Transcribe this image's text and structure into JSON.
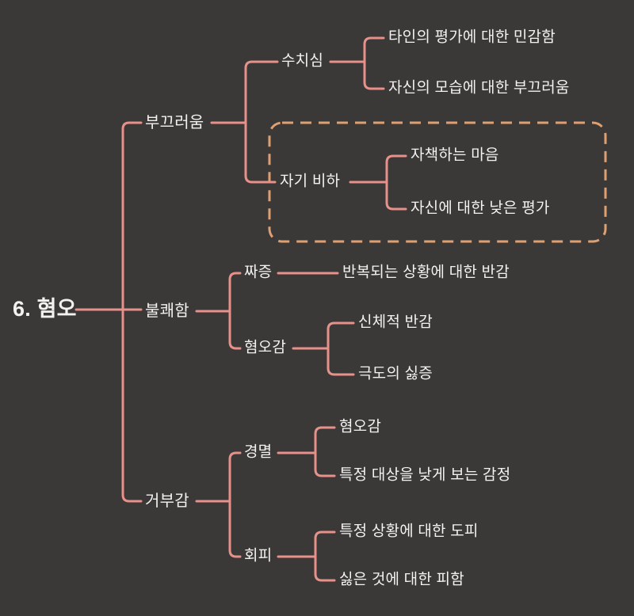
{
  "colors": {
    "background": "#3a3938",
    "line": "#e8908a",
    "highlight": "#dfa071",
    "text": "#f4f2f0"
  },
  "mindmap": {
    "root": {
      "label": "6. 혐오"
    },
    "branches": [
      {
        "label": "부끄러움",
        "children": [
          {
            "label": "수치심",
            "children": [
              {
                "label": "타인의 평가에 대한 민감함"
              },
              {
                "label": "자신의 모습에 대한 부끄러움"
              }
            ]
          },
          {
            "label": "자기 비하",
            "highlighted": true,
            "children": [
              {
                "label": "자책하는 마음"
              },
              {
                "label": "자신에 대한 낮은 평가"
              }
            ]
          }
        ]
      },
      {
        "label": "불쾌함",
        "children": [
          {
            "label": "짜증",
            "children": [
              {
                "label": "반복되는 상황에 대한 반감"
              }
            ]
          },
          {
            "label": "혐오감",
            "children": [
              {
                "label": "신체적 반감"
              },
              {
                "label": "극도의 싫증"
              }
            ]
          }
        ]
      },
      {
        "label": "거부감",
        "children": [
          {
            "label": "경멸",
            "children": [
              {
                "label": "혐오감"
              },
              {
                "label": "특정 대상을 낮게 보는 감정"
              }
            ]
          },
          {
            "label": "회피",
            "children": [
              {
                "label": "특정 상황에 대한 도피"
              },
              {
                "label": "싫은 것에 대한 피함"
              }
            ]
          }
        ]
      }
    ]
  }
}
